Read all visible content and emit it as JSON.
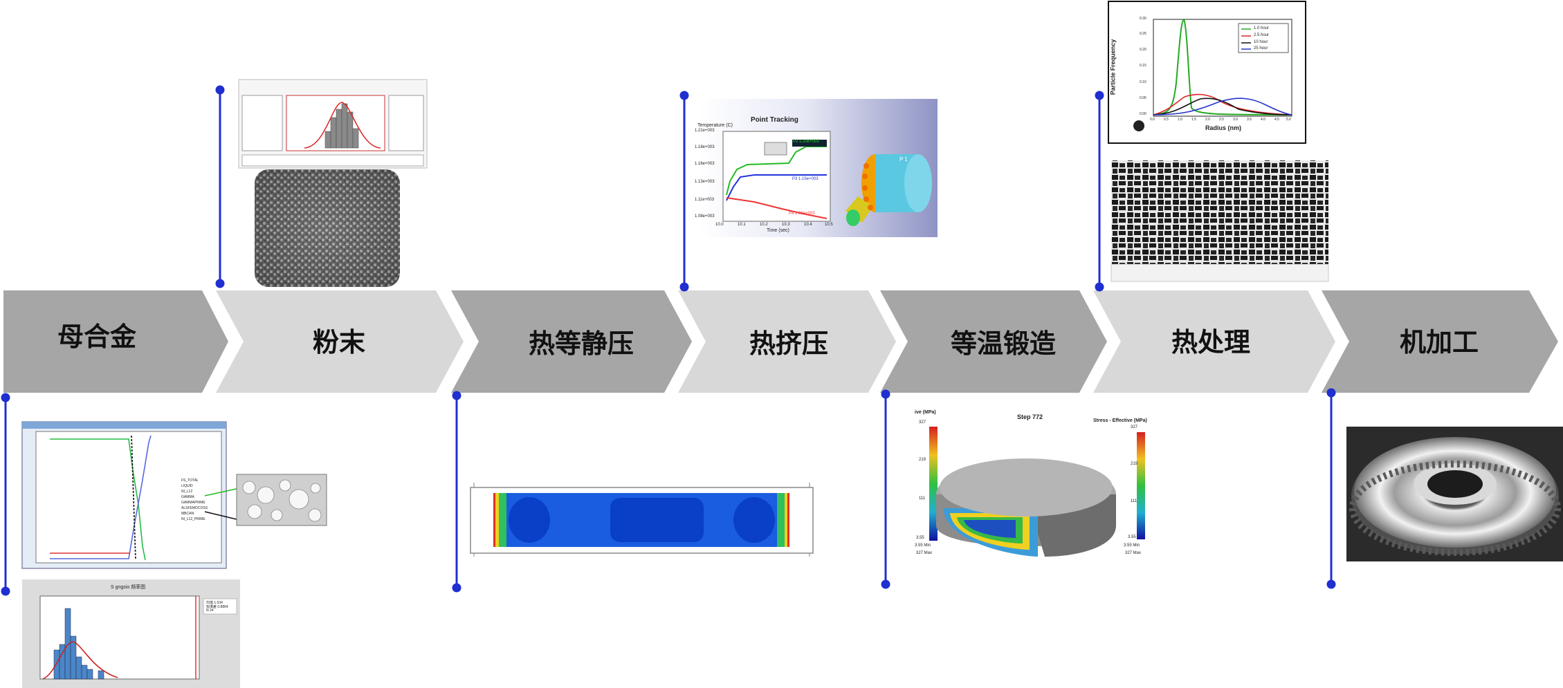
{
  "process": {
    "steps": [
      {
        "label": "母合金"
      },
      {
        "label": "粉末"
      },
      {
        "label": "热等静压"
      },
      {
        "label": "热挤压"
      },
      {
        "label": "等温锻造"
      },
      {
        "label": "热处理"
      },
      {
        "label": "机加工"
      }
    ]
  },
  "thumbs": {
    "point_tracking": {
      "title": "Point Tracking",
      "ylabel": "Temperature (C)",
      "xlabel": "Time (sec)",
      "y_ticks": [
        "1.21e+003",
        "1.18e+003",
        "1.16e+003",
        "1.13e+003",
        "1.11e+003",
        "1.08e+003"
      ],
      "x_ticks": [
        "10.0",
        "10.1",
        "10.2",
        "10.3",
        "10.4",
        "10.5"
      ],
      "curve_labels": [
        "P2 1.20e+003",
        "P3 1.15e+003",
        "P4 1.08e+003"
      ],
      "part_label": "P 1"
    },
    "particle_freq": {
      "ylabel": "Particle Frequency",
      "xlabel": "Radius (nm)",
      "legend": [
        "1.0 hour",
        "2.5 hour",
        "10 hour",
        "25 hour"
      ],
      "y_ticks": [
        "0.30",
        "0.25",
        "0.20",
        "0.15",
        "0.10",
        "0.05",
        "0.00"
      ],
      "x_ticks": [
        "0.0",
        "0.5",
        "1.0",
        "1.5",
        "2.0",
        "2.5",
        "3.0",
        "3.5",
        "4.0",
        "4.5",
        "5.0"
      ]
    },
    "forging": {
      "title": "Step 772",
      "left_bar_title": "ive (MPa)",
      "right_bar_title": "Stress - Effective (MPa)",
      "ticks": [
        "327",
        "219",
        "111",
        "3.55"
      ],
      "min_label": "3.55 Min",
      "max_label": "327 Max"
    },
    "phase": {
      "legend": [
        "FS_TOTAL",
        "LIQUID",
        "NI_L12",
        "GAMMA",
        "GAMMAPRIME",
        "ALSFEMOCOSS",
        "MBCAN",
        "NI_L12_PRIME"
      ]
    },
    "histogram": {
      "title": "S gngsio 频率图",
      "stats_lines": [
        "均值 1.534",
        "标准差 0.8864",
        "N 24"
      ]
    }
  },
  "colors": {
    "chevron_dark": "#a6a6a6",
    "chevron_light": "#d8d8d8",
    "marker_blue": "#1f2fd0"
  }
}
